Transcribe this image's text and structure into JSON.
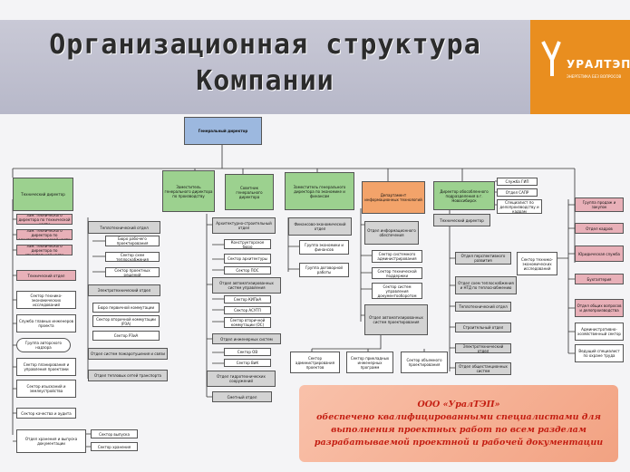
{
  "header": {
    "title_line1": "Организационная структура",
    "title_line2": "Компании"
  },
  "logo": {
    "name": "УРАЛТЭП",
    "tagline": "ЭНЕРГЕТИКА БЕЗ ВОПРОСОВ"
  },
  "colors": {
    "banner": "#b7b8c9",
    "logo_bg": "#e98e1f",
    "note_bg": "#f2a282",
    "note_text": "#c41e12"
  },
  "org": {
    "ceo": "Генеральный директор",
    "tech_director": "Технический директор",
    "deputy_production": "Заместитель генерального директора по производству",
    "chief_engineer_advisor": "Советник генерального директора",
    "deputy_economics": "Заместитель генерального директора по экономике и финансам",
    "it_department": "Департамент информационных технологий",
    "branch_director": "Директор обособленного подразделения в г. Новосибирск",
    "gip_service": "Служба ГИП",
    "sapr_department": "Отдел САПР",
    "docflow_specialist": "Специалист по делопроизводству и кадрам",
    "sales_group": "Группа продаж и закупок",
    "hr_department": "Отдел кадров",
    "legal_service": "Юридическая служба",
    "accounting": "Бухгалтерия",
    "general_affairs": "Отдел общих вопросов и делопроизводства",
    "admin_sector": "Административно-хозяйственный сектор",
    "labor_specialist": "Ведущий специалист по охране труда",
    "techeco_sector": "Сектор технико-экономических исследований",
    "deputy_tech_1": "Зам. технического директора по технической части",
    "deputy_tech_2": "Зам. технического директора по электротехнической части",
    "deputy_tech_3": "Зам. технического директора по строительной части",
    "technical_department": "Технический отдел",
    "tech_econ_sector": "Сектор технико-экономических исследований",
    "chief_engineers_service": "Служба главных инженеров проекта",
    "author_supervision": "Группа авторского надзора",
    "planning_sector": "Сектор планирования и управления проектами",
    "surveys_sector": "Сектор изысканий и землеустройства",
    "quality_sector": "Сектор качества и аудита",
    "archive_department": "Отдел хранения и выпуска документации",
    "release_sector": "Сектор выпуска",
    "storage_sector": "Сектор хранения",
    "heat_department": "Теплотехнический отдел",
    "working_design_bureau": "Бюро рабочего проектирования",
    "heat_schemes_sector": "Сектор схем теплоснабжения",
    "design_solutions_sector": "Сектор проектных решений",
    "electrical_department": "Электротехнический отдел",
    "primary_comm_bureau": "Бюро первичной коммутации",
    "secondary_comm_sector": "Сектор вторичной коммутации (РЗА)",
    "rza_sector": "Сектор РЗиА",
    "fire_systems_department": "Отдел систем пожаротушения и связи",
    "heat_transport_department": "Отдел тепловых сетей транспорта",
    "architecture_department": "Архитектурно-строительный отдел",
    "construction_bureau": "Конструкторское бюро",
    "architecture_sector": "Сектор архитектуры",
    "pos_sector": "Сектор ПОС",
    "automation_department": "Отдел автоматизированных систем управления",
    "kipia_sector": "Сектор КИПиА",
    "asutp_sector": "Сектор АСУТП",
    "secondary_comm_os_sector": "Сектор вторичной коммутации (ОС)",
    "engineering_systems_department": "Отдел инженерных систем",
    "ov_sector": "Сектор ОВ",
    "vk_sector": "Сектор ВиК",
    "hydro_department": "Отдел гидротехнических сооружений",
    "estimates_department": "Сметный отдел",
    "fin_econ_department": "Финансово-экономический отдел",
    "economists_group": "Группа экономики и финансов",
    "contracts_group": "Группа договорной работы",
    "it_support_department": "Отдел информационного обеспечения",
    "sysadmin_sector": "Сектор системного администрирования",
    "tech_support_sector": "Сектор технической поддержки",
    "docsystems_sector": "Сектор систем управления документооборотом",
    "automation_design_department": "Отдел автоматизированных систем проектирования",
    "project_admin_sector": "Сектор администрирования проектов",
    "applied_programs_sector": "Сектор прикладных инженерных программ",
    "volume_design_sector": "Сектор объемного проектирования",
    "branch_tech_director": "Технический директор",
    "perspective_development_department": "Отдел перспективного развития",
    "heat_supply_department": "Отдел схем теплоснабжения и НТД по теплоснабжению",
    "branch_heat_department": "Теплотехнический отдел",
    "construction_department": "Строительный отдел",
    "branch_electrical_department": "Электротехнический отдел",
    "public_systems_department": "Отдел общестанционных систем"
  },
  "note": {
    "line1": "ООО «УралТЭП»",
    "line2": "обеспечено квалифицированными специалистами для",
    "line3": "выполнения проектных работ по всем разделам",
    "line4": "разрабатываемой проектной и рабочей документации"
  }
}
